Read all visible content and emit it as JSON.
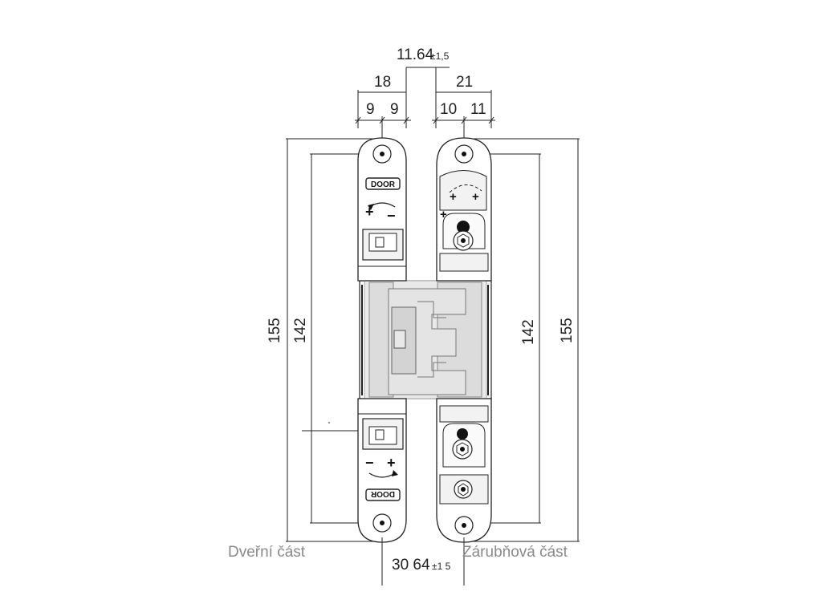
{
  "dimensions": {
    "top_offset": "11.64",
    "top_offset_tol": "±1,5",
    "left_width": "18",
    "left_half_a": "9",
    "left_half_b": "9",
    "right_width": "21",
    "right_part_a": "10",
    "right_part_b": "11",
    "left_outer_height": "155",
    "left_inner_height": "142",
    "right_inner_height": "142",
    "right_outer_height": "155",
    "bottom_value": "30 64",
    "bottom_tol": "±1 5"
  },
  "labels": {
    "door_part": "Dveřní část",
    "frame_part": "Zárubňová část",
    "door_mark_top": "DOOR",
    "door_mark_bottom": "DOOR"
  }
}
